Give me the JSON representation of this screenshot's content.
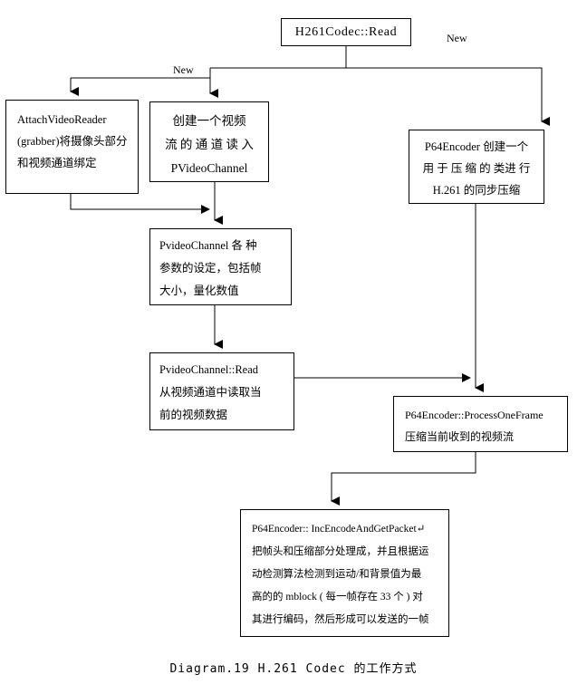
{
  "diagram": {
    "caption": "Diagram.19 H.261 Codec 的工作方式",
    "nodes": {
      "h261_read": {
        "lines": [
          "H261Codec::Read"
        ]
      },
      "attach_video_reader": {
        "lines": [
          "AttachVideoReader",
          "(grabber)将摄像头部分",
          "和视频通道绑定"
        ]
      },
      "create_channel": {
        "lines": [
          "创建一个视频",
          "流 的 通 道 读 入",
          "PVideoChannel"
        ]
      },
      "p64_encoder": {
        "lines": [
          "P64Encoder 创建一个",
          "用 于 压 缩 的 类进 行",
          "H.261 的同步压缩"
        ]
      },
      "pvideochannel_params": {
        "lines": [
          "PvideoChannel 各 种",
          "参数的设定，包括帧",
          "大小，量化数值"
        ]
      },
      "pvideochannel_read": {
        "lines": [
          "PvideoChannel::Read",
          "从视频通道中读取当",
          "前的视频数据"
        ]
      },
      "process_one_frame": {
        "lines": [
          "P64Encoder::ProcessOneFrame",
          "压缩当前收到的视频流"
        ]
      },
      "inc_encode_get_packet": {
        "lines": [
          "P64Encoder:: IncEncodeAndGetPacket↵",
          "把帧头和压缩部分处理成，并且根据运",
          "动检测算法检测到运动/和背景值为最",
          "高的的 mblock ( 每一帧存在 33 个 ) 对",
          "其进行编码，然后形成可以发送的一帧"
        ]
      }
    },
    "edge_labels": {
      "new_left": "New",
      "new_right": "New"
    },
    "colors": {
      "stroke": "#000000",
      "background": "#ffffff",
      "text": "#000000"
    }
  }
}
